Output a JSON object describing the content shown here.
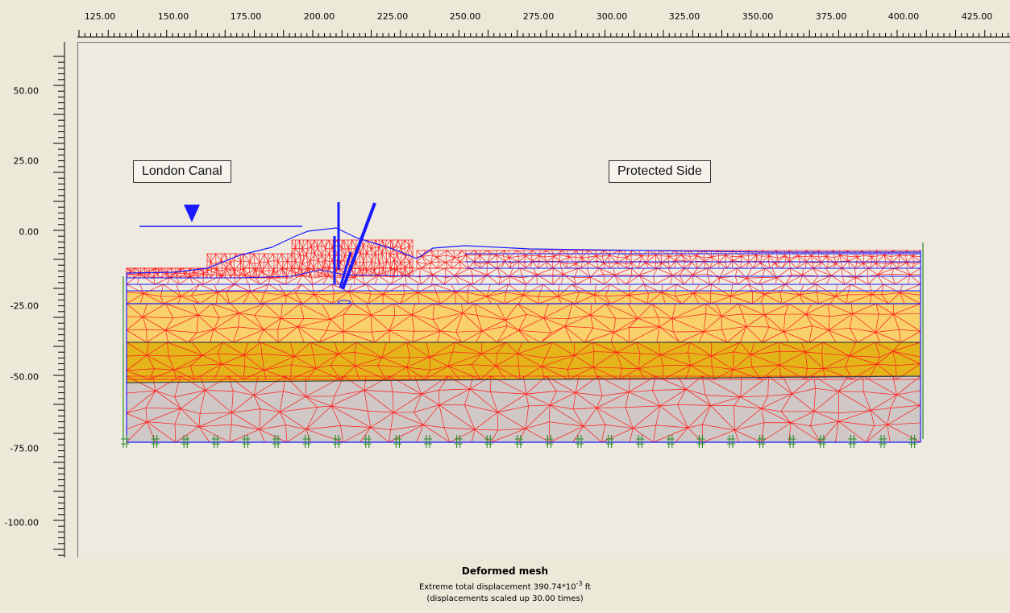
{
  "ruler_top": {
    "labels": [
      "125.00",
      "150.00",
      "175.00",
      "200.00",
      "225.00",
      "250.00",
      "275.00",
      "300.00",
      "325.00",
      "350.00",
      "375.00",
      "400.00",
      "425.00"
    ]
  },
  "ruler_left": {
    "labels": [
      "50.00",
      "25.00",
      "0.00",
      "-25.00",
      "-50.00",
      "-75.00",
      "-100.00"
    ]
  },
  "annotations": {
    "left_label": "London Canal",
    "right_label": "Protected Side"
  },
  "caption": {
    "title": "Deformed mesh",
    "displacement_prefix": "Extreme total displacement 390.74*10",
    "displacement_exponent": "-3",
    "displacement_unit": " ft",
    "scale_note": "(displacements scaled up 30.00 times)"
  },
  "colors": {
    "mesh": "#ff1a1a",
    "structure": "#1a1aff",
    "layer_upper": "#f8d16a",
    "layer_middle": "#e3b51a",
    "layer_lower": "#cfc8c6",
    "boundary": "#2a8a2a",
    "ruler_bg": "#ece9d8"
  }
}
